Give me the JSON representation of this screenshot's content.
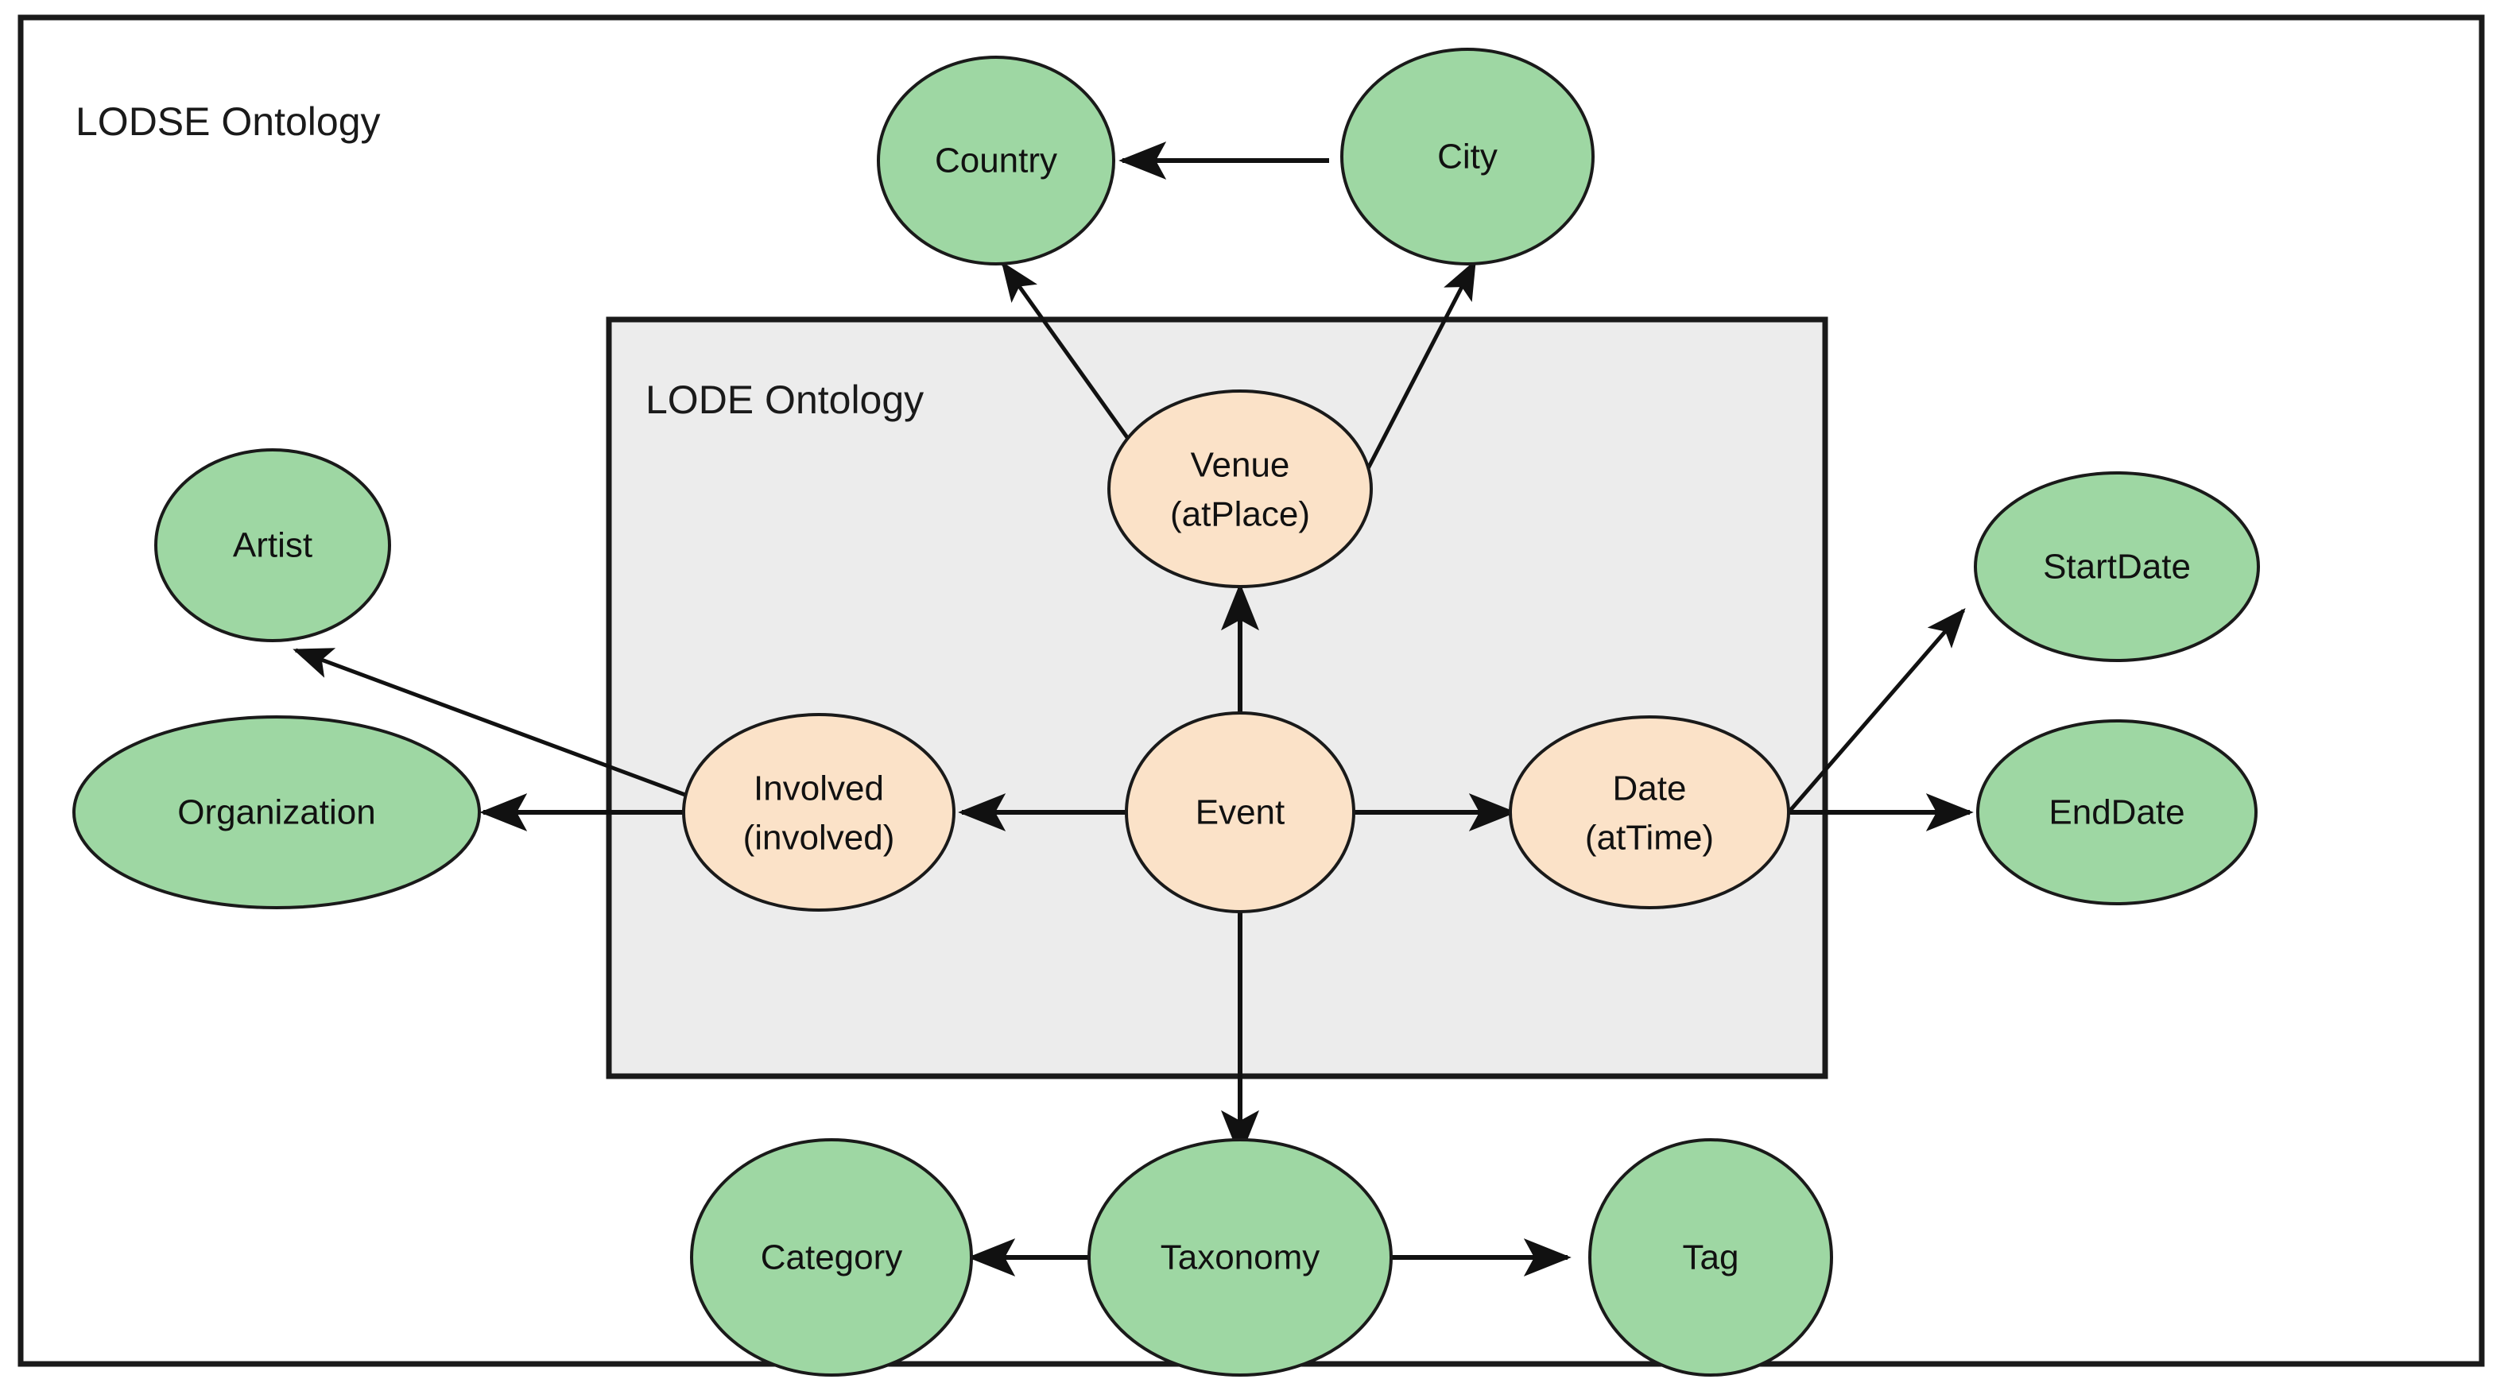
{
  "figure": {
    "outer_group_title": "LODSE Ontology",
    "inner_group_title": "LODE Ontology",
    "colors": {
      "external_node_fill": "#9ed7a3",
      "core_node_fill": "#fbe2c8",
      "node_stroke": "#1a1a1a",
      "inner_group_fill": "#ececec",
      "edge_stroke": "#111111",
      "page_background": "#ffffff"
    }
  },
  "nodes": {
    "country": {
      "label": "Country",
      "group": "LODSE Ontology",
      "fill": "green"
    },
    "city": {
      "label": "City",
      "group": "LODSE Ontology",
      "fill": "green"
    },
    "venue_line1": "Venue",
    "venue_line2": "(atPlace)",
    "artist": {
      "label": "Artist",
      "group": "LODSE Ontology",
      "fill": "green"
    },
    "organization": {
      "label": "Organization",
      "group": "LODSE Ontology",
      "fill": "green"
    },
    "involved_line1": "Involved",
    "involved_line2": "(involved)",
    "event": {
      "label": "Event",
      "group": "LODE Ontology",
      "fill": "peach"
    },
    "date_line1": "Date",
    "date_line2": "(atTime)",
    "startdate": {
      "label": "StartDate",
      "group": "LODSE Ontology",
      "fill": "green"
    },
    "enddate": {
      "label": "EndDate",
      "group": "LODSE Ontology",
      "fill": "green"
    },
    "category": {
      "label": "Category",
      "group": "LODSE Ontology",
      "fill": "green"
    },
    "taxonomy": {
      "label": "Taxonomy",
      "group": "LODSE Ontology",
      "fill": "green"
    },
    "tag": {
      "label": "Tag",
      "group": "LODSE Ontology",
      "fill": "green"
    }
  },
  "edges": [
    {
      "from": "City",
      "to": "Country",
      "direction": "right-to-left"
    },
    {
      "from": "Venue",
      "to": "Country",
      "direction": "diagonal-up-left"
    },
    {
      "from": "Venue",
      "to": "City",
      "direction": "diagonal-up-right"
    },
    {
      "from": "Event",
      "to": "Venue",
      "direction": "up"
    },
    {
      "from": "Event",
      "to": "Involved",
      "direction": "left"
    },
    {
      "from": "Event",
      "to": "Date",
      "direction": "right"
    },
    {
      "from": "Event",
      "to": "Taxonomy",
      "direction": "down"
    },
    {
      "from": "Involved",
      "to": "Artist",
      "direction": "diagonal-up-left"
    },
    {
      "from": "Involved",
      "to": "Organization",
      "direction": "left"
    },
    {
      "from": "Date",
      "to": "StartDate",
      "direction": "diagonal-up-right"
    },
    {
      "from": "Date",
      "to": "EndDate",
      "direction": "right"
    },
    {
      "from": "Taxonomy",
      "to": "Category",
      "direction": "left"
    },
    {
      "from": "Taxonomy",
      "to": "Tag",
      "direction": "right"
    }
  ]
}
